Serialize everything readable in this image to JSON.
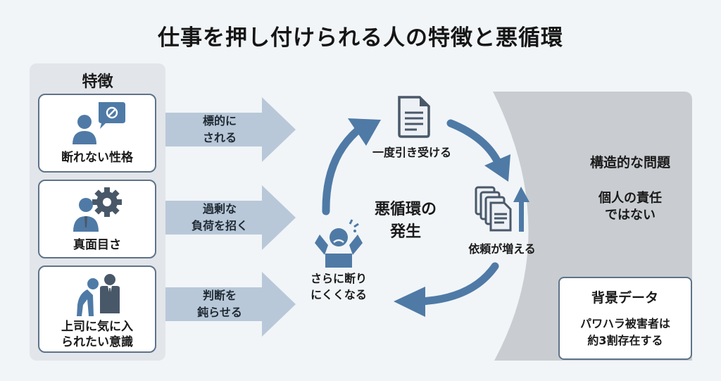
{
  "title": "仕事を押し付けられる人の特徴と悪循環",
  "colors": {
    "background": "#f1f5f8",
    "panel_gray": "#e2e5e9",
    "structural_panel": "#c9cdd1",
    "arrow_fill": "#b8c8d8",
    "accent_blue": "#4f7aa6",
    "icon_dark": "#495869",
    "card_border": "#5e7389"
  },
  "traits": {
    "heading": "特徴",
    "items": [
      {
        "label_lines": [
          "断れない性格"
        ],
        "icon": "person-refusal-speech-icon",
        "effect_lines": [
          "標的に",
          "される"
        ]
      },
      {
        "label_lines": [
          "真面目さ"
        ],
        "icon": "person-gear-icon",
        "effect_lines": [
          "過剰な",
          "負荷を招く"
        ]
      },
      {
        "label_lines": [
          "上司に気に入",
          "られたい意識"
        ],
        "icon": "bowing-to-boss-icon",
        "effect_lines": [
          "判断を",
          "鈍らせる"
        ]
      }
    ]
  },
  "cycle": {
    "center_lines": [
      "悪循環の",
      "発生"
    ],
    "steps": [
      {
        "label_lines": [
          "一度引き受ける"
        ],
        "icon": "document-icon"
      },
      {
        "label_lines": [
          "依頼が増える"
        ],
        "icon": "stacked-documents-up-icon"
      },
      {
        "label_lines": [
          "さらに断り",
          "にくくなる"
        ],
        "icon": "stressed-person-icon"
      }
    ]
  },
  "structural": {
    "title": "構造的な問題",
    "subtitle_lines": [
      "個人の責任",
      "ではない"
    ],
    "background_data": {
      "heading": "背景データ",
      "icon": "bar-chart-icon",
      "body_lines": [
        "パワハラ被害者は",
        "約3割存在する"
      ]
    }
  }
}
